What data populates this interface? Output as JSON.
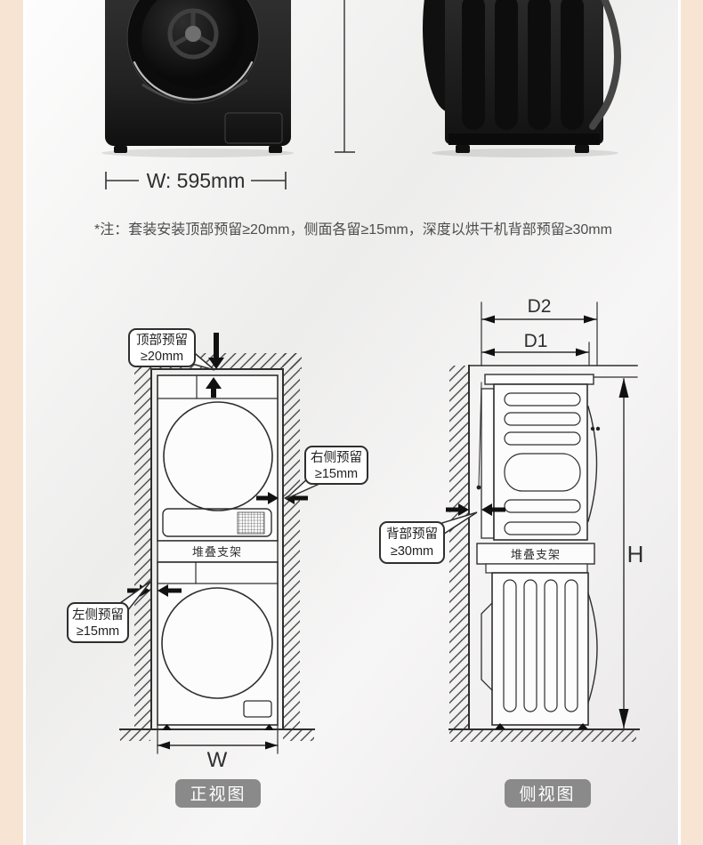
{
  "page": {
    "note": "*注：套装安装顶部预留≥20mm，侧面各留≥15mm，深度以烘干机背部预留≥30mm"
  },
  "photos": {
    "width_label": "W: 595mm"
  },
  "front_view": {
    "badge": "正视图",
    "bracket": "堆叠支架",
    "dim_w": "W",
    "callout_top": {
      "line1": "顶部预留",
      "line2": "≥20mm"
    },
    "callout_right": {
      "line1": "右侧预留",
      "line2": "≥15mm"
    },
    "callout_left": {
      "line1": "左侧预留",
      "line2": "≥15mm"
    }
  },
  "side_view": {
    "badge": "侧视图",
    "bracket": "堆叠支架",
    "dim_d2": "D2",
    "dim_d1": "D1",
    "dim_h": "H",
    "callout_back": {
      "line1": "背部预留",
      "line2": "≥30mm"
    }
  },
  "colors": {
    "page_border": "#f7e4d3",
    "line": "#2f2f2f",
    "badge_bg": "#8a8a8a",
    "arrow": "#111111"
  }
}
